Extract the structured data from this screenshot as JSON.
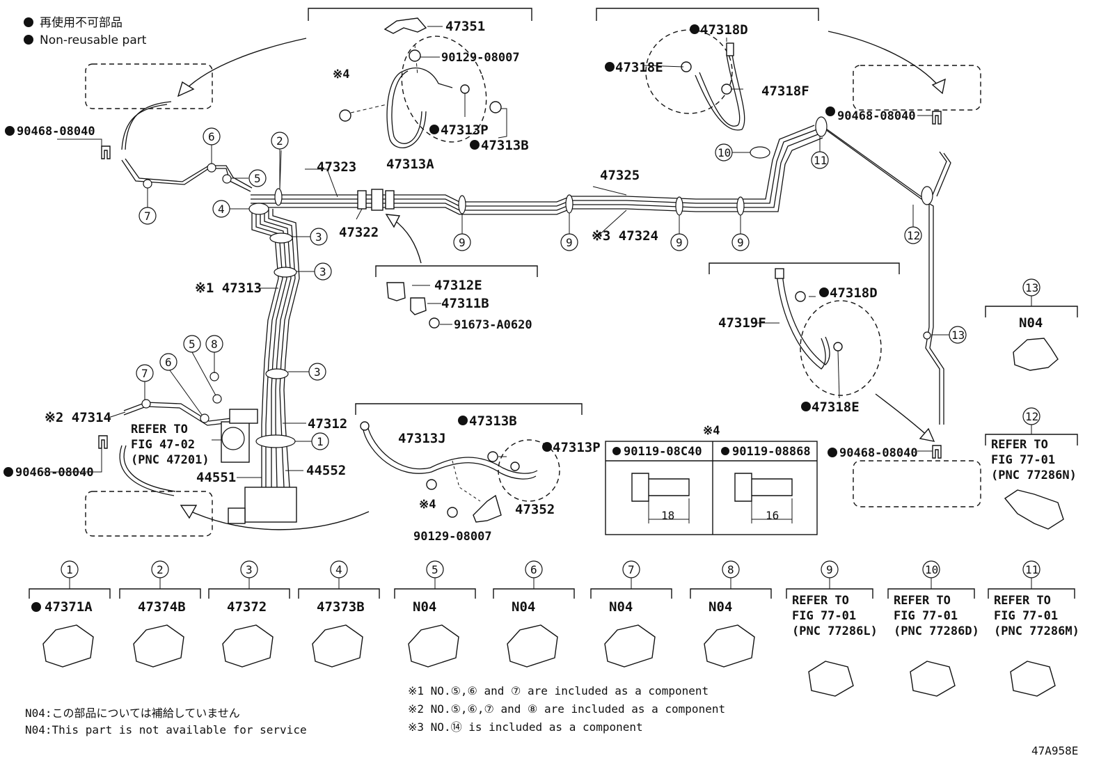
{
  "legend": {
    "line1": "再使用不可部品",
    "line2": "Non-reusable part"
  },
  "labels": {
    "p47351": "47351",
    "p90129_top": "90129-08007",
    "mark4_top": "※4",
    "p47313P_top": "47313P",
    "p47313B_top": "47313B",
    "p47313A": "47313A",
    "p47318D_top": "47318D",
    "p47318E_top": "47318E",
    "p47318F": "47318F",
    "p90468_top_right": "90468-08040",
    "p90468_top_left": "90468-08040",
    "p47323": "47323",
    "p47322": "47322",
    "p47325": "47325",
    "p47324": "※3 47324",
    "p47313": "※1 47313",
    "p47312E": "47312E",
    "p47311B": "47311B",
    "p91673": "91673-A0620",
    "p47318D_mid": "47318D",
    "p47319F": "47319F",
    "p47318E_mid": "47318E",
    "p47314": "※2 47314",
    "refer_4702_1": "REFER TO",
    "refer_4702_2": "FIG 47-02",
    "refer_4702_3": "(PNC 47201)",
    "p47312": "47312",
    "p90468_left": "90468-08040",
    "p44551": "44551",
    "p44552": "44552",
    "p47313B_mid": "47313B",
    "p47313J": "47313J",
    "p47313P_mid": "47313P",
    "mark4_mid": "※4",
    "p47352": "47352",
    "p90129_mid": "90129-08007",
    "mark4_table": "※4",
    "t_col1": "90119-08C40",
    "t_col2": "90119-08868",
    "t_dim1": "18",
    "t_dim2": "16",
    "p90468_right": "90468-08040",
    "c13_title": "N04",
    "c12_1": "REFER TO",
    "c12_2": "FIG 77-01",
    "c12_3": "(PNC 77286N)"
  },
  "callouts": [
    "1",
    "2",
    "3",
    "4",
    "5",
    "6",
    "7",
    "8",
    "9",
    "10",
    "11",
    "12",
    "13"
  ],
  "bottom_row": [
    {
      "num": "1",
      "label": "47371A",
      "dot": true
    },
    {
      "num": "2",
      "label": "47374B",
      "dot": false
    },
    {
      "num": "3",
      "label": "47372",
      "dot": false
    },
    {
      "num": "4",
      "label": "47373B",
      "dot": false
    },
    {
      "num": "5",
      "label": "N04",
      "dot": false
    },
    {
      "num": "6",
      "label": "N04",
      "dot": false
    },
    {
      "num": "7",
      "label": "N04",
      "dot": false
    },
    {
      "num": "8",
      "label": "N04",
      "dot": false
    }
  ],
  "refer_boxes": [
    {
      "num": "9",
      "l1": "REFER TO",
      "l2": "FIG 77-01",
      "l3": "(PNC 77286L)"
    },
    {
      "num": "10",
      "l1": "REFER TO",
      "l2": "FIG 77-01",
      "l3": "(PNC 77286D)"
    },
    {
      "num": "11",
      "l1": "REFER TO",
      "l2": "FIG 77-01",
      "l3": "(PNC 77286M)"
    }
  ],
  "notes": {
    "n04_jp": "N04:この部品については補給していません",
    "n04_en": "N04:This part is not available for service",
    "note1": "※1 NO.⑤,⑥ and ⑦ are included as a component",
    "note2": "※2 NO.⑤,⑥,⑦ and ⑧ are included as a component",
    "note3": "※3 NO.⑭ is included as a component"
  },
  "figure_id": "47A958E"
}
